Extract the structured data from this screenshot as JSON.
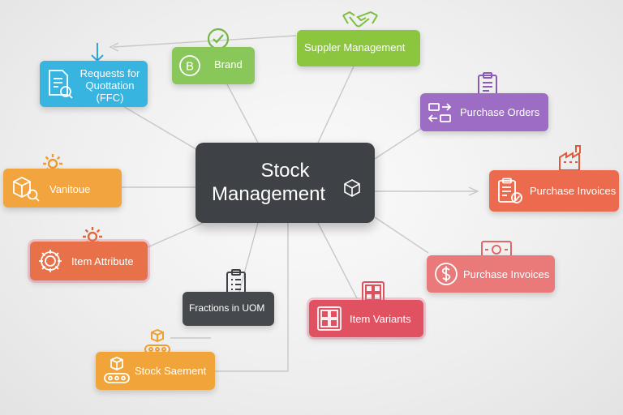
{
  "center": {
    "line1": "Stock",
    "line2": "Management",
    "icon": "cube-icon"
  },
  "nodes": {
    "rfq": {
      "label_line1": "Requests for",
      "label_line2": "Quottation",
      "label_line3": "(FFC)",
      "icon": "document-search-icon",
      "ext_icon": "arrow-down-icon",
      "color": "#37b5e0"
    },
    "brand": {
      "label": "Brand",
      "icon": "b-circle-icon",
      "ext_icon": "check-circle-icon",
      "color": "#8ac75a"
    },
    "supplier": {
      "label": "Suppler Management",
      "ext_icon": "handshake-icon",
      "color": "#8cc63e"
    },
    "purchase_orders": {
      "label": "Purchase Orders",
      "icon": "swap-list-icon",
      "ext_icon": "clipboard-icon",
      "color": "#9d6cc5"
    },
    "purchase_invoices_top": {
      "label": "Purchase Invoices",
      "icon": "clipboard-check-icon",
      "ext_icon": "factory-icon",
      "color": "#ec6a4e"
    },
    "vanitoue": {
      "label": "Vanitoue",
      "icon": "box-search-icon",
      "ext_icon": "gear-icon",
      "color": "#f2a43e"
    },
    "item_attribute": {
      "label": "Item Attribute",
      "icon": "gear-icon",
      "ext_icon": "gear-icon",
      "color": "#e8714a"
    },
    "fractions": {
      "label": "Fractions in UOM",
      "ext_icon": "clipboard-list-icon",
      "color": "#45494d"
    },
    "item_variants": {
      "label": "Item Variants",
      "icon": "grid-icon",
      "ext_icon": "grid-icon",
      "color": "#e05262"
    },
    "purchase_invoices_bottom": {
      "label": "Purchase Invoices",
      "icon": "dollar-circle-icon",
      "ext_icon": "banknote-icon",
      "color": "#ea7a7a"
    },
    "stock_saement": {
      "label": "Stock Saement",
      "icon": "conveyor-box-icon",
      "ext_icon": "conveyor-box-icon",
      "color": "#f1a43a"
    }
  }
}
